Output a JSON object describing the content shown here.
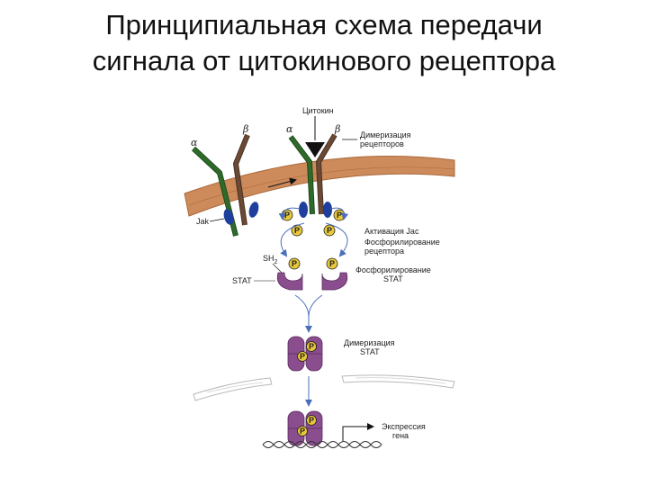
{
  "title": {
    "line1": "Принципиальная схема передачи",
    "line2": "сигнала от цитокинового рецептора"
  },
  "labels": {
    "cytokine": "Цитокин",
    "alpha": "α",
    "beta": "β",
    "dimerization_receptors_l1": "Димеризация",
    "dimerization_receptors_l2": "рецепторов",
    "jak": "Jak",
    "jak_activation": "Активация Jac",
    "receptor_phosphorylation_l1": "Фосфорилирование",
    "receptor_phosphorylation_l2": "рецептора",
    "sh2": "SH",
    "sh2_sub": "2",
    "stat": "STAT",
    "stat_phosphorylation_l1": "Фосфорилирование",
    "stat_phosphorylation_l2": "STAT",
    "stat_dimerization_l1": "Димеризация",
    "stat_dimerization_l2": "STAT",
    "gene_expression_l1": "Экспрессия",
    "gene_expression_l2": "гена",
    "phosphate": "P"
  },
  "colors": {
    "membrane": "#cd8a5a",
    "receptor_green": "#2e6b2a",
    "receptor_brown": "#6b4a35",
    "jak_blue": "#1f3f9e",
    "stat_purple": "#8a4d8e",
    "phosphate_yellow": "#e8c83a",
    "arrow_blue": "#4a6fb8"
  }
}
